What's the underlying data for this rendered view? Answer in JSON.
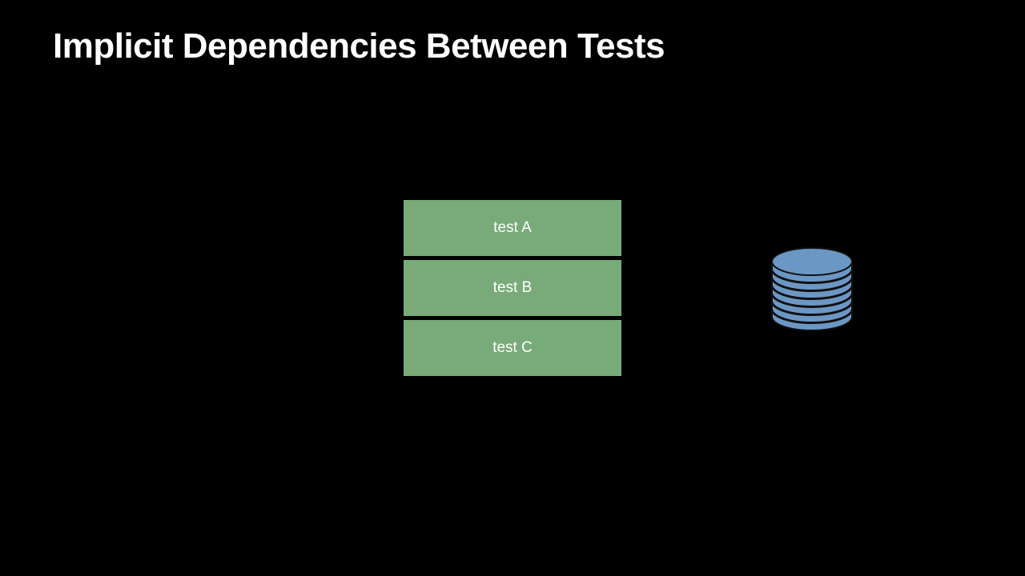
{
  "slide": {
    "title": "Implicit Dependencies Between Tests",
    "title_color": "#ffffff",
    "background_color": "#000000"
  },
  "tests": [
    {
      "label": "test A"
    },
    {
      "label": "test B"
    },
    {
      "label": "test C"
    }
  ],
  "test_box_color": "#78ab79",
  "test_text_color": "#ffffff",
  "database": {
    "icon": "database-icon",
    "fill_color": "#6b97c4",
    "outline_color": "#111111"
  }
}
